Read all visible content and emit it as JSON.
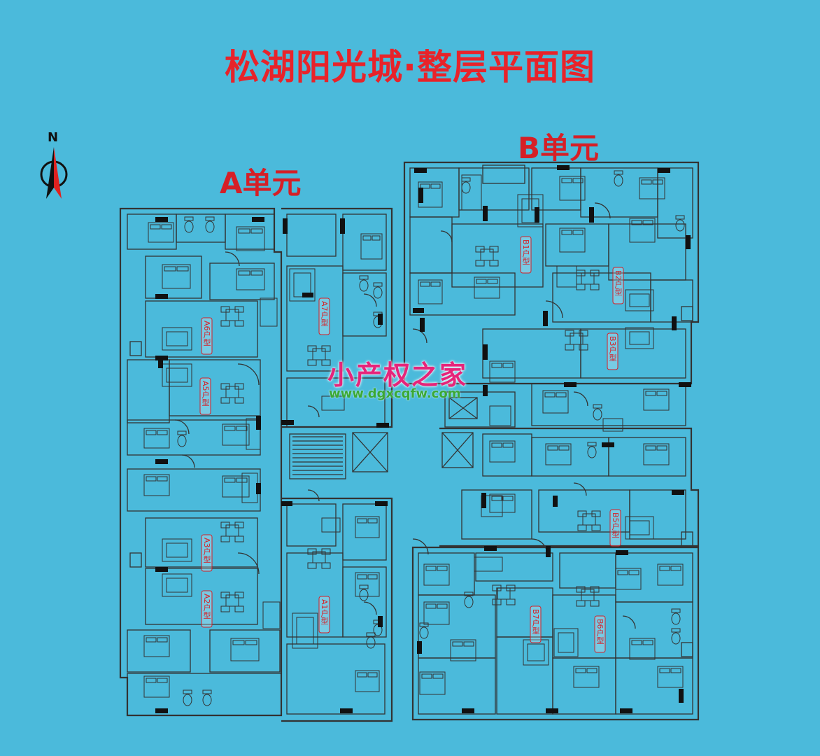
{
  "title": "松湖阳光城·整层平面图",
  "north_label": "N",
  "units": {
    "a": "A单元",
    "b": "B单元"
  },
  "watermark": {
    "name": "小产权之家",
    "url": "www.dgxcqfw.com"
  },
  "unit_types": {
    "a7": "A7户型",
    "a6": "A6户型",
    "a5": "A5户型",
    "a3": "A3户型",
    "a2": "A2户型",
    "a1": "A1户型",
    "b1": "B1户型",
    "b2": "B2户型",
    "b3": "B3户型",
    "b5": "B5户型",
    "b6": "B6户型",
    "b7": "B7户型"
  },
  "colors": {
    "background": "#4bbadb",
    "line": "#333333",
    "title": "#e8232a",
    "unit_label": "#d61f26",
    "tag": "#d61f26",
    "watermark_name": "#e6247a",
    "watermark_url": "#3aa936"
  }
}
